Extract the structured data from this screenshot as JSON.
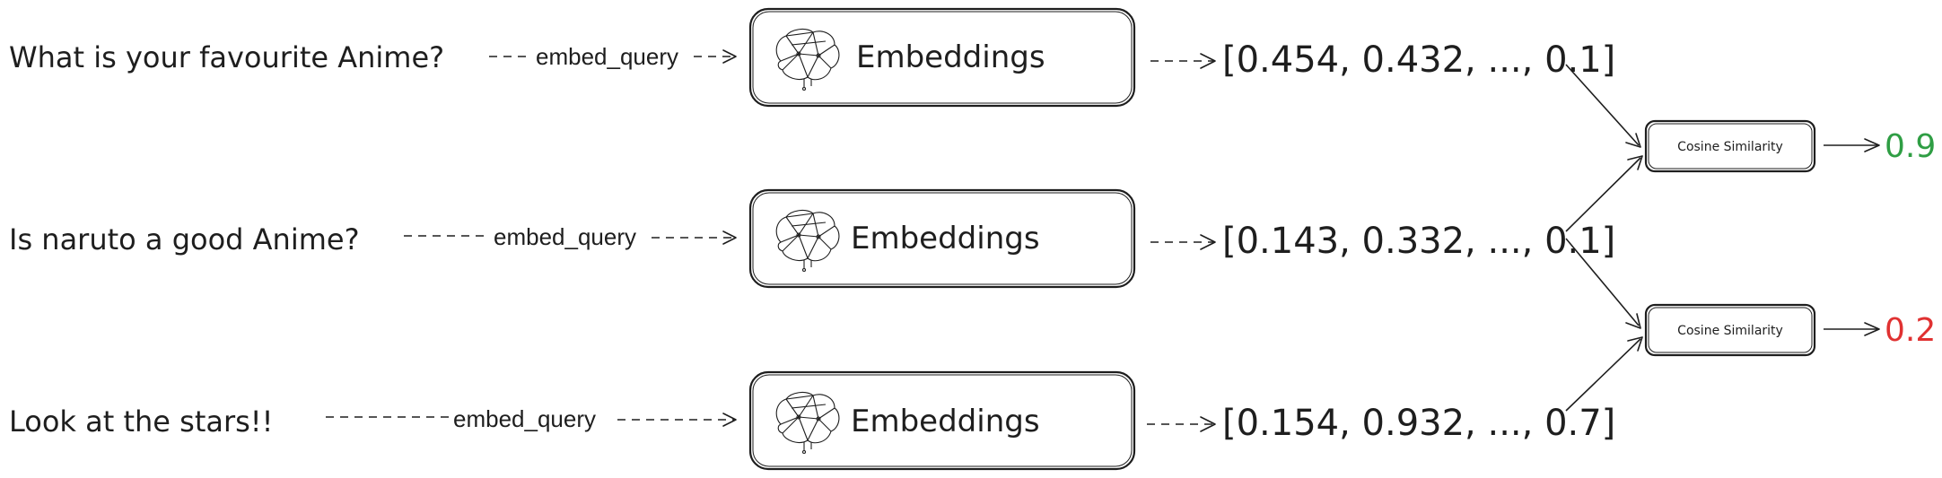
{
  "rows": [
    {
      "query": "What is your favourite Anime?",
      "step": "embed_query",
      "block": "Embeddings",
      "vector": "[0.454, 0.432, ..., 0.1]"
    },
    {
      "query": "Is naruto a good Anime?",
      "step": "embed_query",
      "block": "Embeddings",
      "vector": "[0.143, 0.332, ..., 0.1]"
    },
    {
      "query": "Look at the stars!!",
      "step": "embed_query",
      "block": "Embeddings",
      "vector": "[0.154, 0.932, ..., 0.7]"
    }
  ],
  "comparisons": [
    {
      "label": "Cosine Similarity",
      "score": "0.9",
      "color": "#2f9e44"
    },
    {
      "label": "Cosine Similarity",
      "score": "0.2",
      "color": "#e03131"
    }
  ],
  "icon": "brain-network-icon"
}
